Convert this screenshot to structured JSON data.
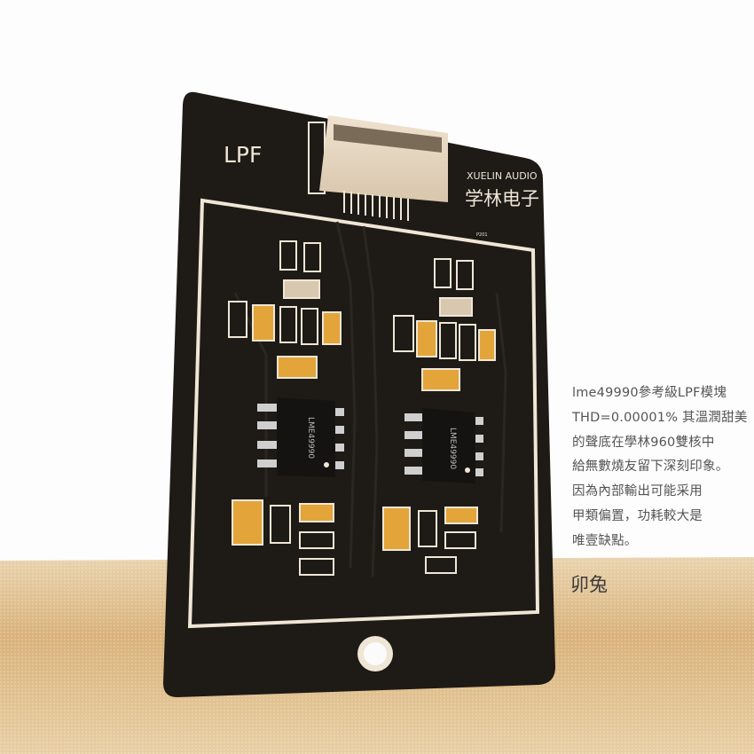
{
  "board": {
    "title": "LPF",
    "brand_en": "XUELIN AUDIO",
    "brand_cn": "学林电子",
    "ref_designator": "P201",
    "chip_left": "LME49990",
    "chip_right": "LME49990"
  },
  "description": {
    "lines": [
      "lme49990參考級LPF模塊",
      "THD=0.00001% 其溫潤甜美",
      "的聲底在學林960雙核中",
      "給無數燒友留下深刻印象。",
      "因為內部輸出可能采用",
      "甲類偏置，功耗較大是",
      "唯壹缺點。"
    ],
    "author": "卯兔"
  },
  "colors": {
    "board": "#1e1a16",
    "silkscreen": "#efe6d6",
    "component": "#e3a43a",
    "floor": "#d9b886"
  }
}
